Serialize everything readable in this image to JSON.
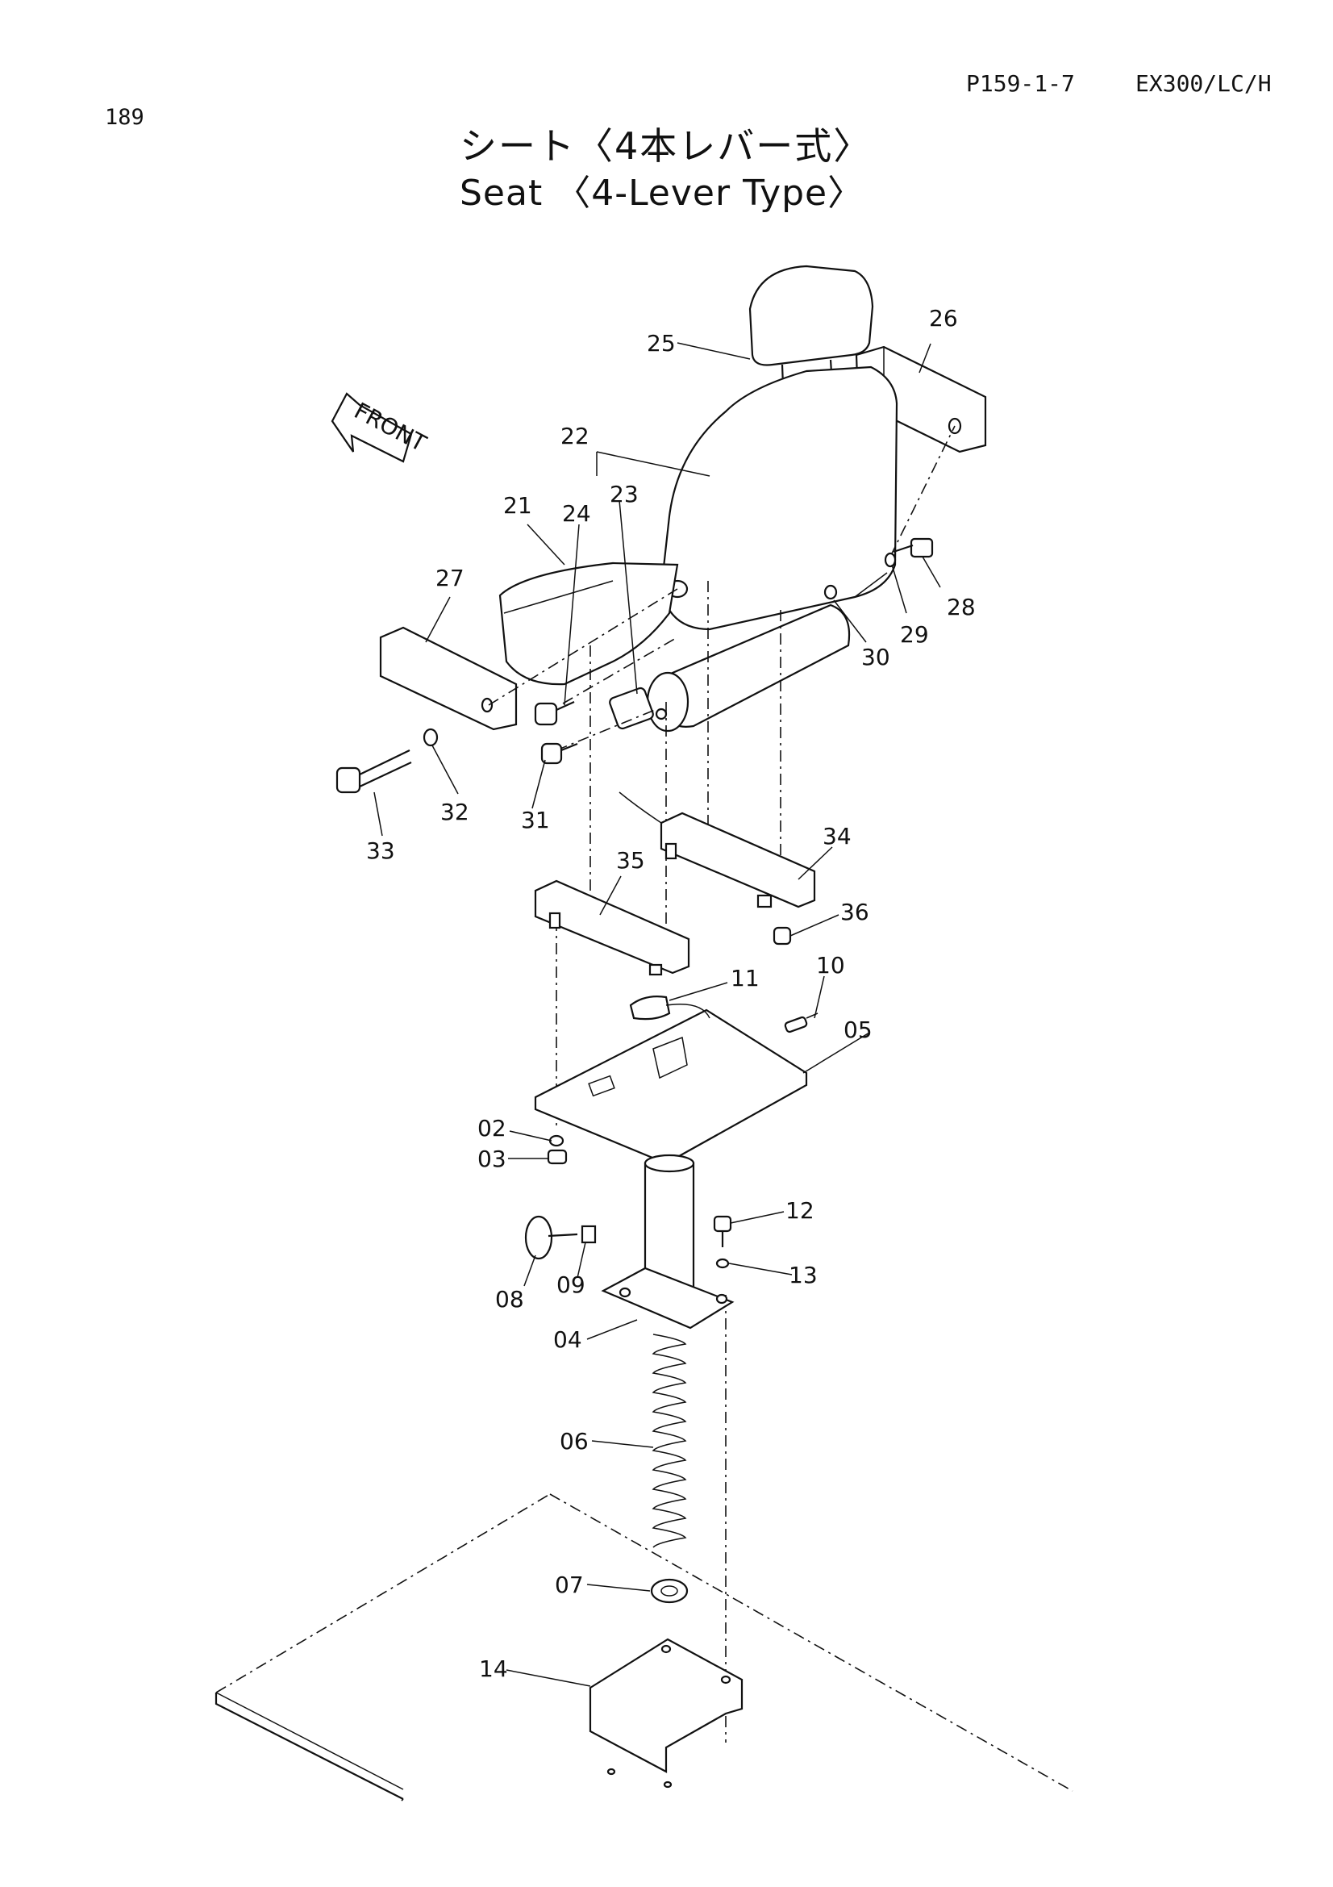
{
  "header": {
    "page_number": "189",
    "part_code": "P159-1-7",
    "model": "EX300/LC/H"
  },
  "title": {
    "japanese": "シート〈4本レバー式〉",
    "english": "Seat 〈4-Lever Type〉"
  },
  "direction_marker": "FRONT",
  "callouts": [
    "25",
    "26",
    "22",
    "23",
    "24",
    "21",
    "27",
    "28",
    "29",
    "30",
    "31",
    "32",
    "33",
    "34",
    "35",
    "36",
    "11",
    "10",
    "05",
    "02",
    "03",
    "12",
    "13",
    "08",
    "09",
    "04",
    "06",
    "07",
    "14"
  ]
}
